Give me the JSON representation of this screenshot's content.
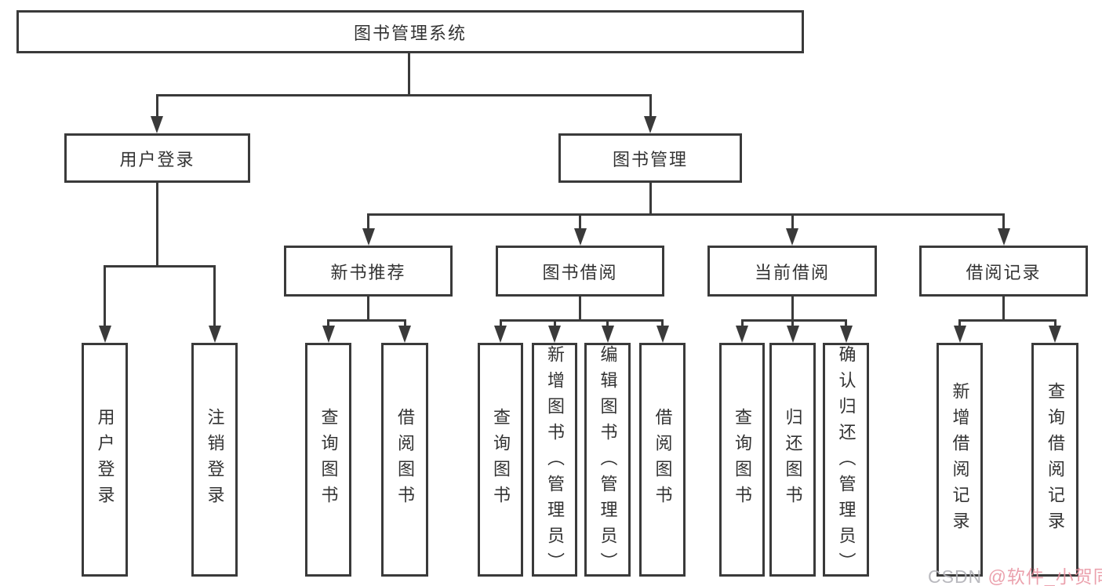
{
  "diagram": {
    "root": {
      "label": "图书管理系统"
    },
    "level1": [
      {
        "label": "用户登录"
      },
      {
        "label": "图书管理"
      }
    ],
    "level2": [
      {
        "label": "新书推荐",
        "parent": "图书管理"
      },
      {
        "label": "图书借阅",
        "parent": "图书管理"
      },
      {
        "label": "当前借阅",
        "parent": "图书管理"
      },
      {
        "label": "借阅记录",
        "parent": "图书管理"
      }
    ],
    "leaves": [
      {
        "label": "用户登录",
        "parent": "用户登录"
      },
      {
        "label": "注销登录",
        "parent": "用户登录"
      },
      {
        "label": "查询图书",
        "parent": "新书推荐"
      },
      {
        "label": "借阅图书",
        "parent": "新书推荐"
      },
      {
        "label": "查询图书",
        "parent": "图书借阅"
      },
      {
        "label": "新增图书（管理员）",
        "parent": "图书借阅"
      },
      {
        "label": "编辑图书（管理员）",
        "parent": "图书借阅"
      },
      {
        "label": "借阅图书",
        "parent": "图书借阅"
      },
      {
        "label": "查询图书",
        "parent": "当前借阅"
      },
      {
        "label": "归还图书",
        "parent": "当前借阅"
      },
      {
        "label": "确认归还（管理员）",
        "parent": "当前借阅"
      },
      {
        "label": "新增借阅记录",
        "parent": "借阅记录"
      },
      {
        "label": "查询借阅记录",
        "parent": "借阅记录"
      }
    ],
    "colors": {
      "line": "#3a3a3a",
      "text": "#333333",
      "watermark_gray": "#b2b2b8",
      "watermark_pink": "#e8919f"
    }
  },
  "watermark": {
    "prefix": "CSDN ",
    "handle": "@软件_小贺同学"
  }
}
